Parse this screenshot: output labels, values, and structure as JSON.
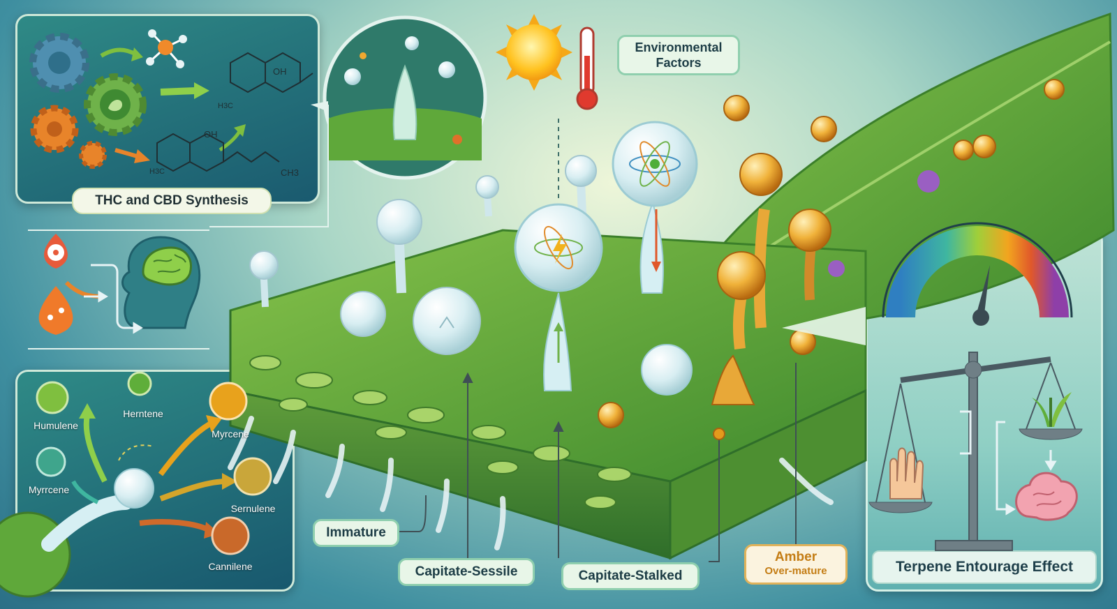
{
  "panels": {
    "synthesis": {
      "title": "THC and CBD Synthesis"
    },
    "entourage": {
      "title": "Terpene Entourage Effect"
    }
  },
  "callouts": {
    "environmental": [
      "Environmental",
      "Factors"
    ],
    "immature": "Immature",
    "capitate_sessile": "Capitate-Sessile",
    "capitate_stalked": "Capitate-Stalked",
    "amber": [
      "Amber",
      "Over-mature"
    ]
  },
  "molecule_labels": {
    "oh_top": "OH",
    "h3_top": "H3C",
    "oh_bottom": "OH",
    "h3_bottom": "H3C",
    "ch3": "CH3"
  },
  "terpenes": [
    {
      "name": "Humulene",
      "color": "#7fbf3f"
    },
    {
      "name": "Herntene",
      "color": "#5fae3a"
    },
    {
      "name": "Myrcene",
      "color": "#e8a21c"
    },
    {
      "name": "Myrrcene",
      "color": "#3fa58c"
    },
    {
      "name": "Sernulene",
      "color": "#c9a63a"
    },
    {
      "name": "Cannilene",
      "color": "#c9692a"
    }
  ],
  "colors": {
    "leaf": "#5fa83a",
    "trichome_clear": "#e9f5f7",
    "trichome_amber": "#e39a1c",
    "panel_bg": "#1e5f73"
  }
}
